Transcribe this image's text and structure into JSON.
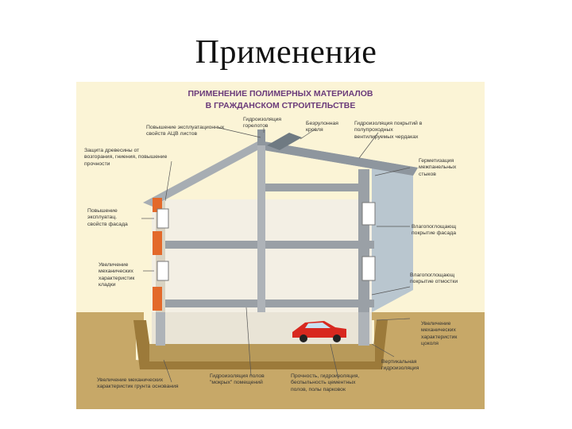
{
  "slide": {
    "title": "Применение"
  },
  "diagram": {
    "heading_line1": "ПРИМЕНЕНИЕ ПОЛИМЕРНЫХ МАТЕРИАЛОВ",
    "heading_line2": "В ГРАЖДАНСКОМ СТРОИТЕЛЬСТВЕ",
    "labels": {
      "chimney_waterproofing": [
        "Гидроизоляция",
        "горелотов"
      ],
      "asbestos_sheets": [
        "Повышение эксплуатационных",
        "свойств АЦВ листов"
      ],
      "roof_cover": [
        "Безрулонная",
        "кровля"
      ],
      "attic_waterproofing": [
        "Гидроизоляция покрытий в",
        "полупроходных",
        "вентилируемых чердаках"
      ],
      "wood_protection": [
        "Защита древесины от",
        "возгорания, гниения, повышение",
        "прочности"
      ],
      "seam_sealing": [
        "Герметизация",
        "межпанельных",
        "стыков"
      ],
      "facade_properties": [
        "Повышение",
        "эксплуатац.",
        "свойств фасада"
      ],
      "facade_coating": [
        "Влагопоглощающ",
        "покрытие фасада"
      ],
      "mechanical_props": [
        "Увеличение",
        "механических",
        "характеристик",
        "кладки"
      ],
      "overhang_coating": [
        "Влагопоглощающ",
        "покрытие отмостки"
      ],
      "basement_props": [
        "Увеличение",
        "механических",
        "характеристик",
        "цоколя"
      ],
      "vertical_waterproofing": [
        "Вертикальная",
        "гидроизоляция"
      ],
      "foundation_props": [
        "Увеличение механических",
        "характеристик грунта основания"
      ],
      "wet_rooms": [
        "Гидроизоляция полов",
        "\"мокрых\" помещений"
      ],
      "floor_dustless": [
        "Прочность, гидроизоляция,",
        "беспыльность цементных",
        "полов, полы парковок"
      ]
    }
  }
}
